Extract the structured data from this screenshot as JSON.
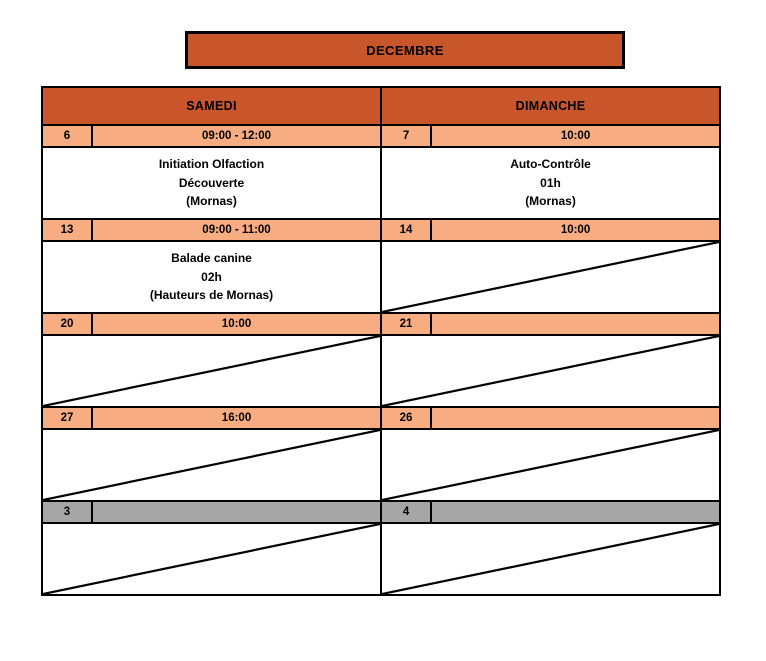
{
  "banner": {
    "month_label": "DECEMBRE",
    "background_color": "#c9552a",
    "border_color": "#000000"
  },
  "colors": {
    "header_orange": "#c9552a",
    "date_orange": "#f7ac81",
    "date_grey": "#a6a6a6",
    "cell_white": "#ffffff",
    "border_black": "#000000"
  },
  "columns": [
    {
      "label": "SAMEDI"
    },
    {
      "label": "DIMANCHE"
    }
  ],
  "weeks": [
    {
      "strip_style": "orange",
      "saturday": {
        "day": "6",
        "time": "09:00 - 12:00",
        "lines": [
          "Initiation Olfaction",
          "Découverte",
          "(Mornas)"
        ],
        "struck_out": false
      },
      "sunday": {
        "day": "7",
        "time": "10:00",
        "lines": [
          "Auto-Contrôle",
          "01h",
          "(Mornas)"
        ],
        "struck_out": false
      }
    },
    {
      "strip_style": "orange",
      "saturday": {
        "day": "13",
        "time": "09:00 - 11:00",
        "lines": [
          "Balade canine",
          "02h",
          "(Hauteurs de Mornas)"
        ],
        "struck_out": false
      },
      "sunday": {
        "day": "14",
        "time": "10:00",
        "lines": [],
        "struck_out": true
      }
    },
    {
      "strip_style": "orange",
      "saturday": {
        "day": "20",
        "time": "10:00",
        "lines": [],
        "struck_out": true
      },
      "sunday": {
        "day": "21",
        "time": "",
        "lines": [],
        "struck_out": true
      }
    },
    {
      "strip_style": "orange",
      "saturday": {
        "day": "27",
        "time": "16:00",
        "lines": [],
        "struck_out": true
      },
      "sunday": {
        "day": "26",
        "time": "",
        "lines": [],
        "struck_out": true
      }
    },
    {
      "strip_style": "grey",
      "saturday": {
        "day": "3",
        "time": "",
        "lines": [],
        "struck_out": true
      },
      "sunday": {
        "day": "4",
        "time": "",
        "lines": [],
        "struck_out": true
      }
    }
  ]
}
